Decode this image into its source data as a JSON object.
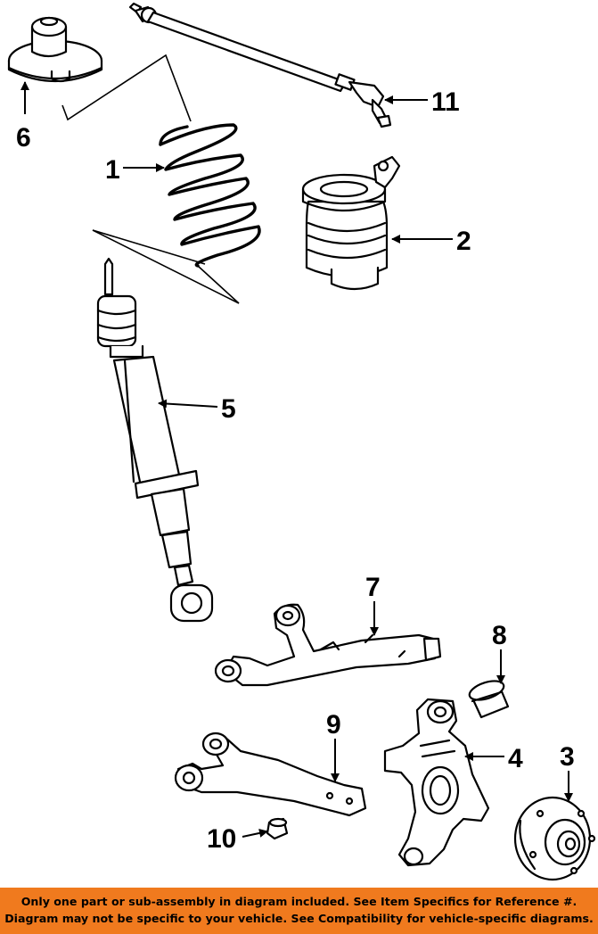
{
  "callouts": {
    "c1": "1",
    "c2": "2",
    "c3": "3",
    "c4": "4",
    "c5": "5",
    "c6": "6",
    "c7": "7",
    "c8": "8",
    "c9": "9",
    "c10": "10",
    "c11": "11"
  },
  "banner": {
    "line1": "Only one part or sub-assembly in diagram included. See Item Specifics for Reference #.",
    "line2": "Diagram may not be specific to your vehicle. See Compatibility for vehicle-specific diagrams."
  },
  "colors": {
    "banner_bg": "#f07a1e",
    "line_art": "#000000"
  }
}
